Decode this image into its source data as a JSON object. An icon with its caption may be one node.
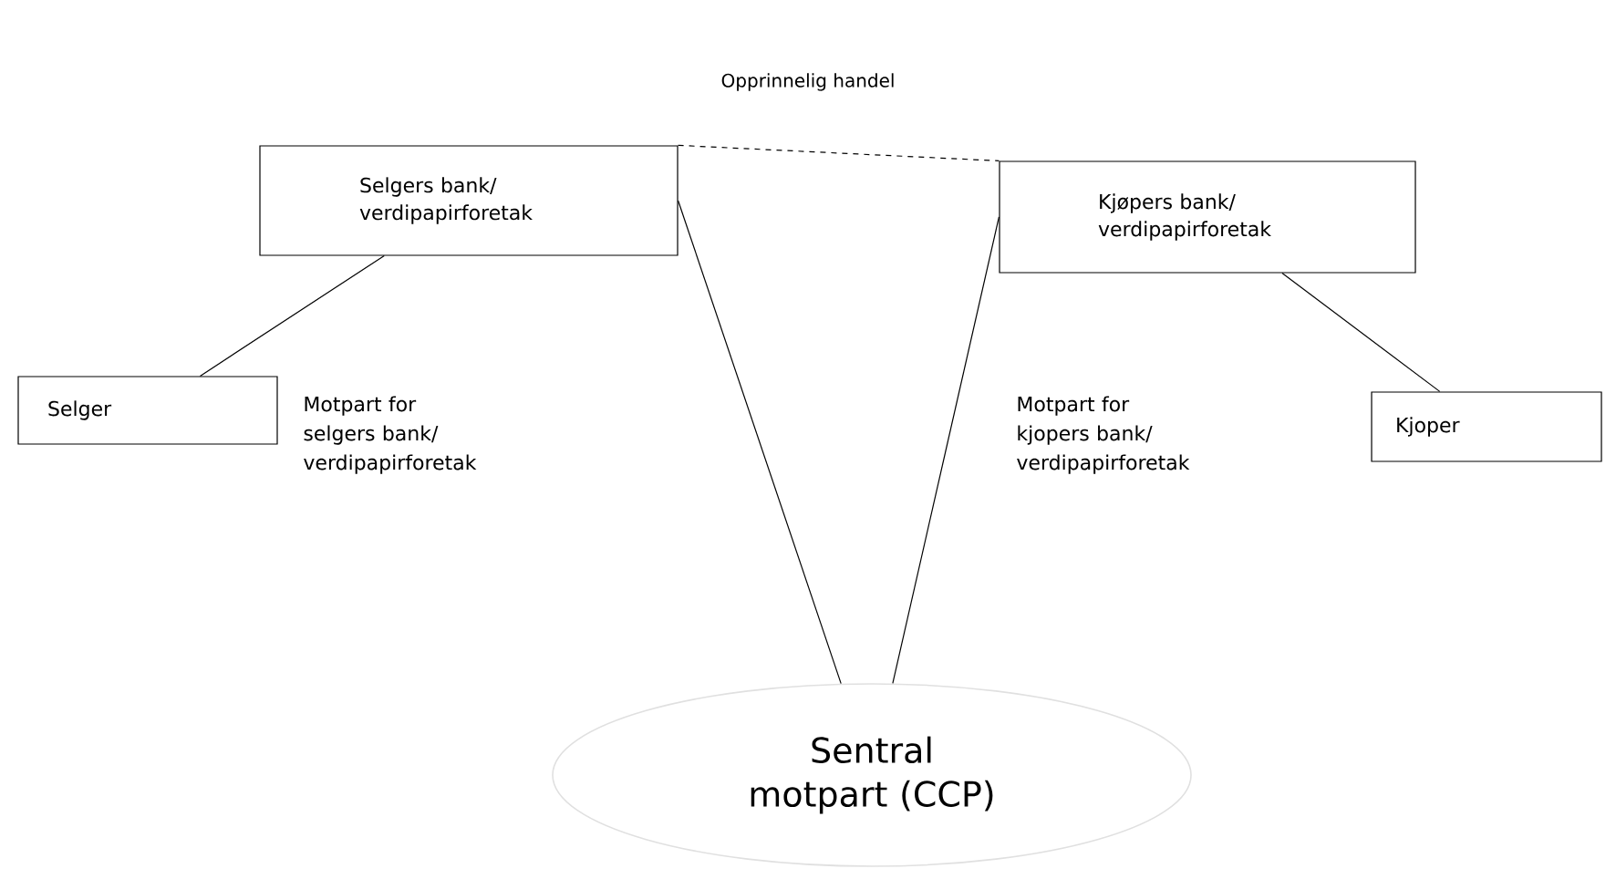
{
  "diagram": {
    "title": "Opprinnelig handel",
    "nodes": [
      {
        "text": [
          "Selgers bank/ verdipapirforetak"
        ]
      },
      {
        "text": [
          "Kjøpers bank/ verdipapirforetak"
        ]
      },
      {
        "text": [
          "Selger"
        ]
      },
      {
        "text": [
          "Kjoper"
        ]
      },
      {
        "text": [
          "Sentral motpart (CCP)"
        ]
      }
    ],
    "edges": [
      {
        "from": 0,
        "to": 1,
        "arrow": "none",
        "style": "dashed"
      },
      {
        "from": 0,
        "to": 2,
        "arrow": "none"
      },
      {
        "from": 1,
        "to": 3,
        "arrow": "none"
      },
      {
        "from": 0,
        "to": 4,
        "arrow": "none"
      },
      {
        "from": 1,
        "to": 4,
        "arrow": "none"
      }
    ],
    "labels": [
      "Motpart for selgers bank/ verdipapirforetak",
      "Motpart for kjopers bank/ verdipapirforetak"
    ]
  }
}
